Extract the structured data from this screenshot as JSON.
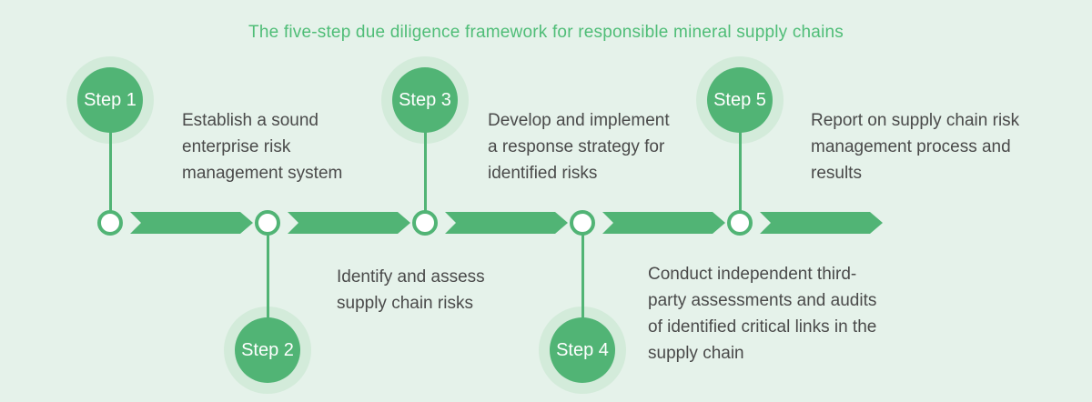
{
  "title": "The five-step due diligence framework for responsible mineral supply chains",
  "colors": {
    "background": "#e5f2ea",
    "green": "#51b475",
    "halo": "#d3ebda",
    "title_green": "#4fbd77",
    "text_gray": "#4a4a4a",
    "node_fill": "#ffffff"
  },
  "steps": [
    {
      "label": "Step 1",
      "placement": "above-line",
      "description": "Establish a sound\nenterprise risk\nmanagement system"
    },
    {
      "label": "Step 2",
      "placement": "below-line",
      "description": "Identify and assess\nsupply chain risks"
    },
    {
      "label": "Step 3",
      "placement": "above-line",
      "description": "Develop and implement\na response strategy for\nidentified risks"
    },
    {
      "label": "Step 4",
      "placement": "below-line",
      "description": "Conduct independent third-\nparty assessments and audits\nof identified critical links in the\nsupply chain"
    },
    {
      "label": "Step 5",
      "placement": "above-line",
      "description": "Report on supply chain risk\nmanagement process and\nresults"
    }
  ]
}
